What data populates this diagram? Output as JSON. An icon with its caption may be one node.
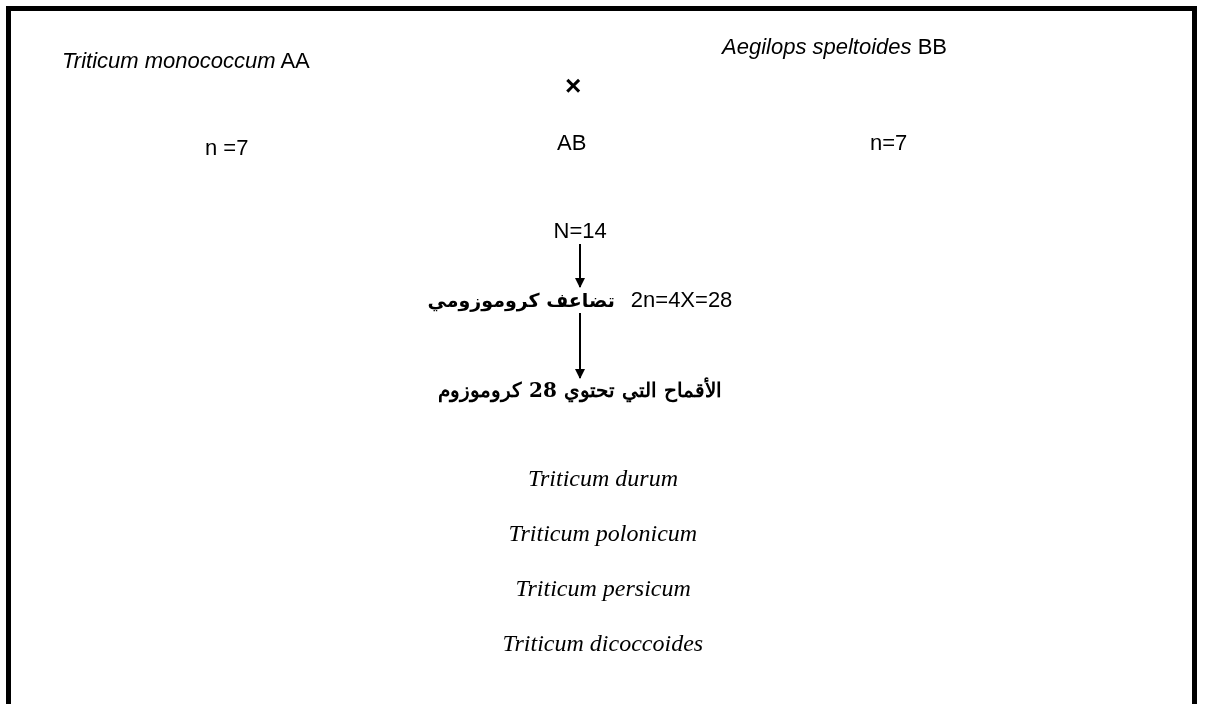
{
  "diagram": {
    "nodes": [
      {
        "text": [
          "N=14"
        ]
      },
      {
        "text": [
          "تضاعف كروموزومي",
          "2n=4X=28"
        ]
      },
      {
        "text": [
          "الأقماح التي تحتوي 28 كروموزوم"
        ]
      }
    ],
    "edges": [
      {
        "from": 0,
        "to": 1,
        "arrow": "to"
      },
      {
        "from": 1,
        "to": 2,
        "arrow": "to"
      }
    ],
    "labels": [
      "*Triticum monococcum* AA",
      "*Aegilops speltoides* BB",
      "×",
      "n =7",
      "AB",
      "n=7",
      "Triticum durum",
      "Triticum polonicum",
      "Triticum persicum",
      "Triticum dicoccoides"
    ]
  }
}
